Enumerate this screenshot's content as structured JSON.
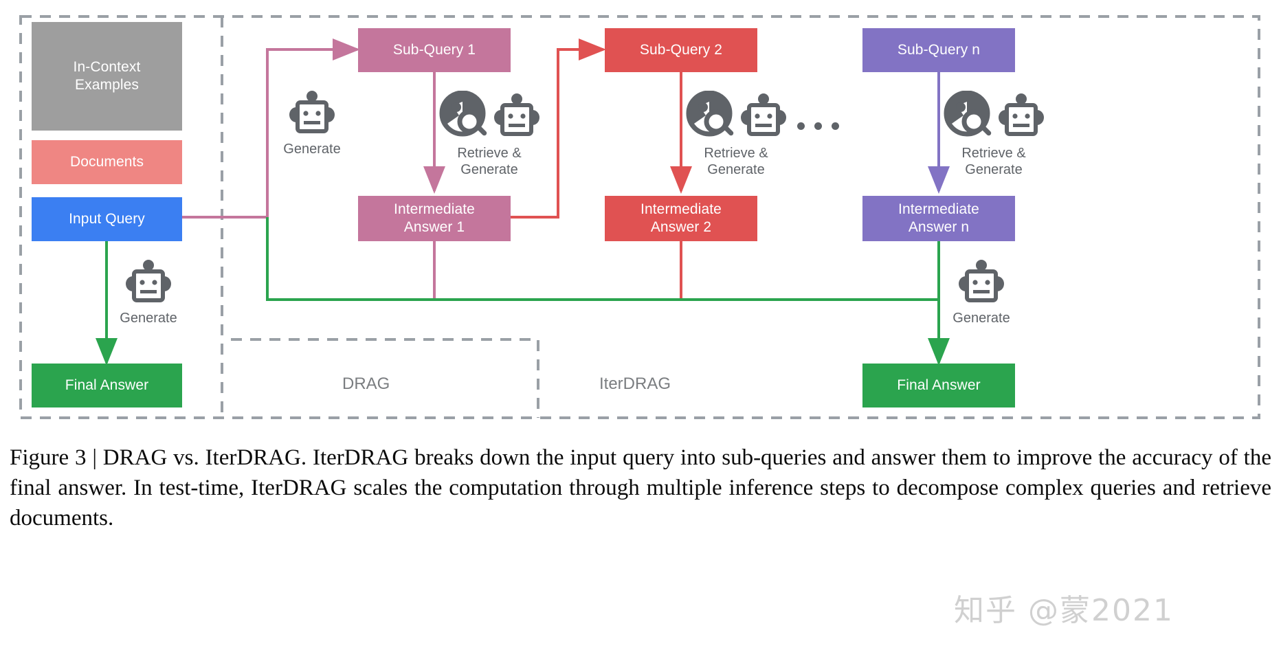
{
  "figure": {
    "boxes": [
      {
        "id": "in-context-examples",
        "label": "In-Context\nExamples",
        "color": "#9e9e9e"
      },
      {
        "id": "documents",
        "label": "Documents",
        "color": "#ef8683"
      },
      {
        "id": "input-query",
        "label": "Input Query",
        "color": "#3b7ff2"
      },
      {
        "id": "final-answer-left",
        "label": "Final Answer",
        "color": "#2ba44e"
      },
      {
        "id": "sub-query-1",
        "label": "Sub-Query 1",
        "color": "#c4769c"
      },
      {
        "id": "intermediate-answer-1",
        "label": "Intermediate\nAnswer 1",
        "color": "#c4769c"
      },
      {
        "id": "sub-query-2",
        "label": "Sub-Query 2",
        "color": "#e05252"
      },
      {
        "id": "intermediate-answer-2",
        "label": "Intermediate\nAnswer 2",
        "color": "#e05252"
      },
      {
        "id": "sub-query-n",
        "label": "Sub-Query n",
        "color": "#8273c4"
      },
      {
        "id": "intermediate-answer-n",
        "label": "Intermediate\nAnswer n",
        "color": "#8273c4"
      },
      {
        "id": "final-answer-right",
        "label": "Final Answer",
        "color": "#2ba44e"
      }
    ],
    "icons": [
      {
        "id": "generate-left",
        "caption": "Generate",
        "glyphs": [
          "robot-icon"
        ]
      },
      {
        "id": "generate-drag",
        "caption": "Generate",
        "glyphs": [
          "robot-icon"
        ]
      },
      {
        "id": "retrieve-generate-1",
        "caption": "Retrieve &\nGenerate",
        "glyphs": [
          "globe-search-icon",
          "robot-icon"
        ]
      },
      {
        "id": "retrieve-generate-2",
        "caption": "Retrieve &\nGenerate",
        "glyphs": [
          "globe-search-icon",
          "robot-icon"
        ]
      },
      {
        "id": "retrieve-generate-n",
        "caption": "Retrieve &\nGenerate",
        "glyphs": [
          "globe-search-icon",
          "robot-icon"
        ]
      },
      {
        "id": "generate-right",
        "caption": "Generate",
        "glyphs": [
          "robot-icon"
        ]
      }
    ],
    "section_labels": [
      {
        "id": "drag",
        "label": "DRAG"
      },
      {
        "id": "iterdrag",
        "label": "IterDRAG"
      }
    ],
    "ellipsis": "• • •",
    "colors": {
      "grey": "#9e9e9e",
      "salmon": "#ef8683",
      "blue": "#3b7ff2",
      "green": "#2ba44e",
      "pink": "#c4769c",
      "red": "#e05252",
      "purple": "#8273c4",
      "dashed_border": "#9aa0a6",
      "icon_grey": "#5f6368",
      "label_grey": "#7a7d80"
    }
  },
  "caption": {
    "text": "Figure 3 | DRAG vs. IterDRAG. IterDRAG breaks down the input query into sub-queries and answer them to improve the accuracy of the final answer. In test-time, IterDRAG scales the computation through multiple inference steps to decompose complex queries and retrieve documents."
  },
  "watermark": {
    "text": "知乎 @蒙2021"
  }
}
